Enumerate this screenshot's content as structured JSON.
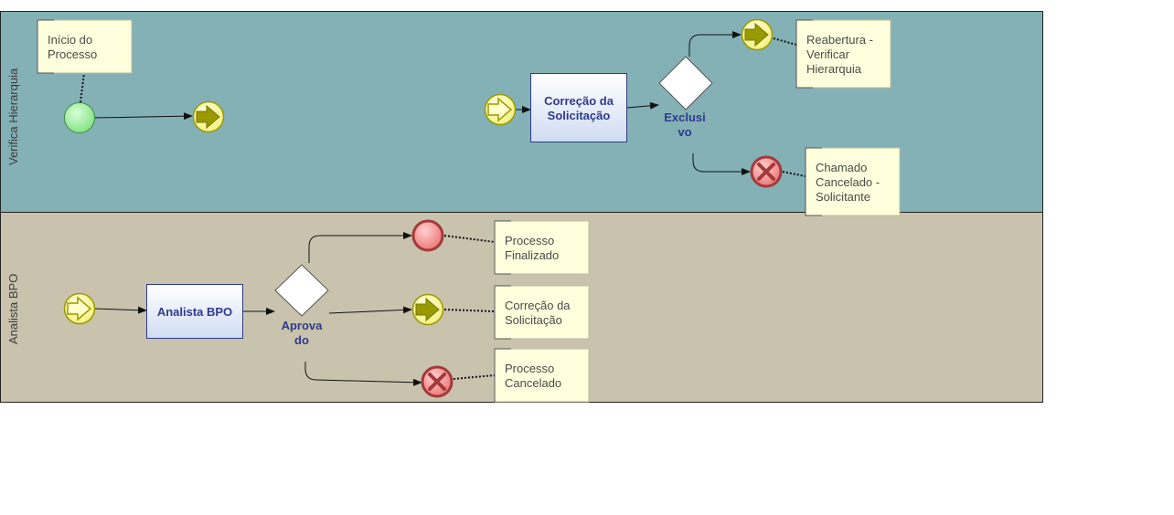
{
  "lanes": {
    "top": {
      "label": "Verifica Hierarquia",
      "color": "#84b1b6"
    },
    "bottom": {
      "label": "Analista BPO",
      "color": "#c9c3ae"
    }
  },
  "tasks": {
    "correcao": [
      "Correção da",
      "Solicitação"
    ],
    "analista": [
      "Analista BPO"
    ]
  },
  "gateways": {
    "exclusivo": [
      "Exclusi",
      "vo"
    ],
    "aprovado": [
      "Aprova",
      "do"
    ]
  },
  "notes": {
    "inicio": [
      "Início do",
      "Processo"
    ],
    "reabertura": [
      "Reabertura -",
      "Verificar",
      "Hierarquia"
    ],
    "chamado": [
      "Chamado",
      "Cancelado -",
      "Solicitante"
    ],
    "finalizado": [
      "Processo",
      "Finalizado"
    ],
    "correcao2": [
      "Correção da",
      "Solicitação"
    ],
    "cancelado": [
      "Processo",
      "Cancelado"
    ]
  },
  "colors": {
    "task_fill_top": "#ffffff",
    "task_fill_bottom": "#cfdcf3",
    "task_stroke": "#2e3a8c",
    "note_fill": "#ffffdd",
    "start_green": "#9bf29b",
    "end_red": "#f08a8a",
    "intermediate_yellow": "#ffff99",
    "arrow_olive": "#999900"
  }
}
